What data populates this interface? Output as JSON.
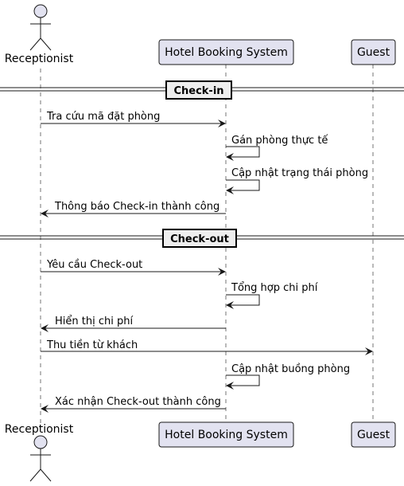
{
  "participants": {
    "receptionist": {
      "label": "Receptionist",
      "kind": "actor"
    },
    "hbs": {
      "label": "Hotel Booking System",
      "kind": "participant"
    },
    "guest": {
      "label": "Guest",
      "kind": "participant"
    }
  },
  "sections": {
    "checkin": "Check-in",
    "checkout": "Check-out"
  },
  "messages": [
    {
      "from": "receptionist",
      "to": "hbs",
      "label": "Tra cứu mã đặt phòng"
    },
    {
      "from": "hbs",
      "to": "hbs",
      "label": "Gán phòng thực tế"
    },
    {
      "from": "hbs",
      "to": "hbs",
      "label": "Cập nhật trạng thái phòng"
    },
    {
      "from": "hbs",
      "to": "receptionist",
      "label": "Thông báo Check-in thành công"
    },
    {
      "from": "receptionist",
      "to": "hbs",
      "label": "Yêu cầu Check-out"
    },
    {
      "from": "hbs",
      "to": "hbs",
      "label": "Tổng hợp chi phí"
    },
    {
      "from": "hbs",
      "to": "receptionist",
      "label": "Hiển thị chi phí"
    },
    {
      "from": "receptionist",
      "to": "guest",
      "label": "Thu tiền từ khách"
    },
    {
      "from": "hbs",
      "to": "hbs",
      "label": "Cập nhật buồng phòng"
    },
    {
      "from": "hbs",
      "to": "receptionist",
      "label": "Xác nhận Check-out thành công"
    }
  ],
  "colors": {
    "participant_fill": "#e2e2f0",
    "participant_stroke": "#181818",
    "lifeline": "#181818",
    "arrow": "#181818",
    "divider_fill": "#eeeeee"
  }
}
